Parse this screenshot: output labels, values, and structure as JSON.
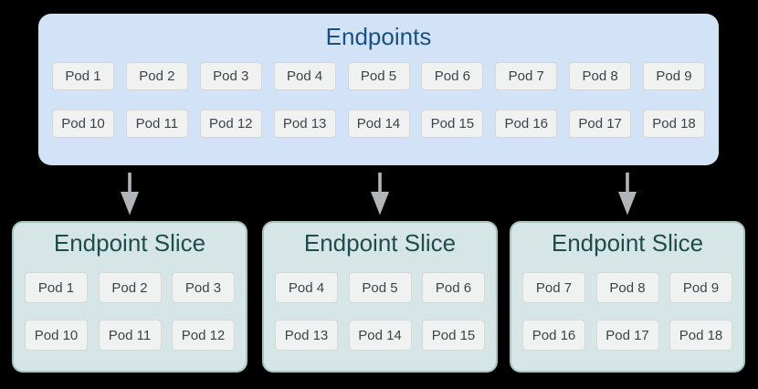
{
  "colors": {
    "background": "#000000",
    "endpoints_fill": "#d2e3f8",
    "endpoints_title": "#1a5180",
    "slice_fill": "#d6e5e5",
    "slice_border": "#a6c2c3",
    "slice_title": "#1f4d4e",
    "pod_fill": "#f0f1f1",
    "pod_border": "#d5d7d8",
    "pod_text": "#3f4347",
    "arrow": "#b1b4b8"
  },
  "endpoints_box": {
    "title": "Endpoints",
    "pods_row1": [
      "Pod 1",
      "Pod 2",
      "Pod 3",
      "Pod 4",
      "Pod 5",
      "Pod 6",
      "Pod 7",
      "Pod 8",
      "Pod 9"
    ],
    "pods_row2": [
      "Pod 10",
      "Pod 11",
      "Pod 12",
      "Pod 13",
      "Pod 14",
      "Pod 15",
      "Pod 16",
      "Pod 17",
      "Pod 18"
    ]
  },
  "slices": [
    {
      "title": "Endpoint Slice",
      "pods_row1": [
        "Pod 1",
        "Pod 2",
        "Pod 3"
      ],
      "pods_row2": [
        "Pod 10",
        "Pod 11",
        "Pod 12"
      ]
    },
    {
      "title": "Endpoint Slice",
      "pods_row1": [
        "Pod 4",
        "Pod 5",
        "Pod 6"
      ],
      "pods_row2": [
        "Pod 13",
        "Pod 14",
        "Pod 15"
      ]
    },
    {
      "title": "Endpoint Slice",
      "pods_row1": [
        "Pod 7",
        "Pod 8",
        "Pod 9"
      ],
      "pods_row2": [
        "Pod 16",
        "Pod 17",
        "Pod 18"
      ]
    }
  ]
}
